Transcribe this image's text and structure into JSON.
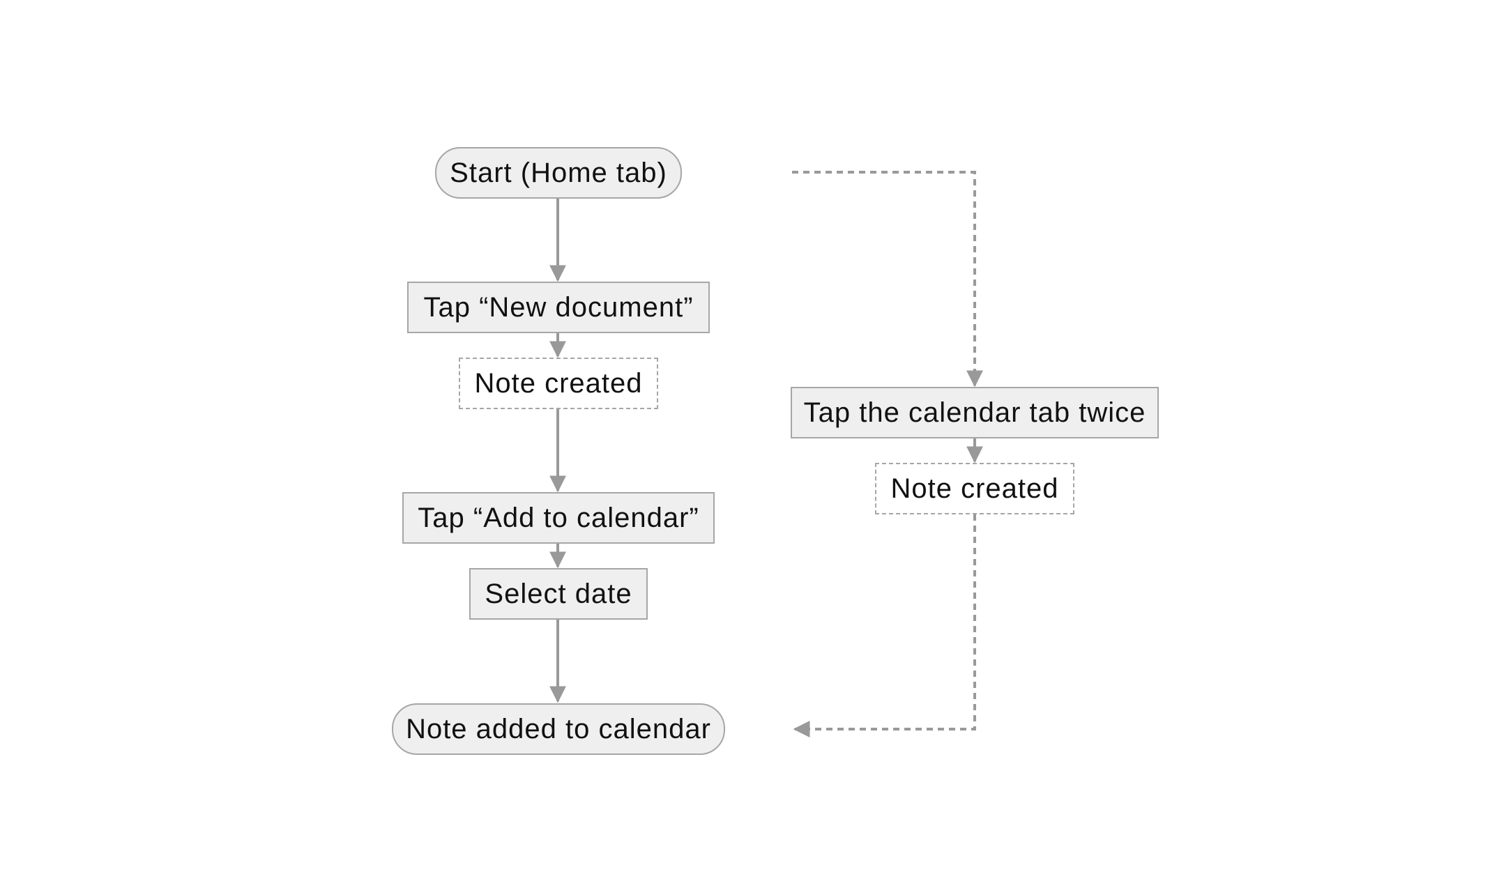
{
  "colors": {
    "line": "#999999",
    "node_fill": "#efefef",
    "node_border": "#a6a6a6",
    "text": "#111111"
  },
  "nodes": {
    "start": "Start (Home tab)",
    "tap_new_document": "Tap “New document”",
    "note_created_left": "Note created",
    "tap_add_to_calendar": "Tap “Add to calendar”",
    "select_date": "Select date",
    "end": "Note added to calendar",
    "tap_calendar_tab_twice": "Tap the calendar tab twice",
    "note_created_right": "Note created"
  }
}
